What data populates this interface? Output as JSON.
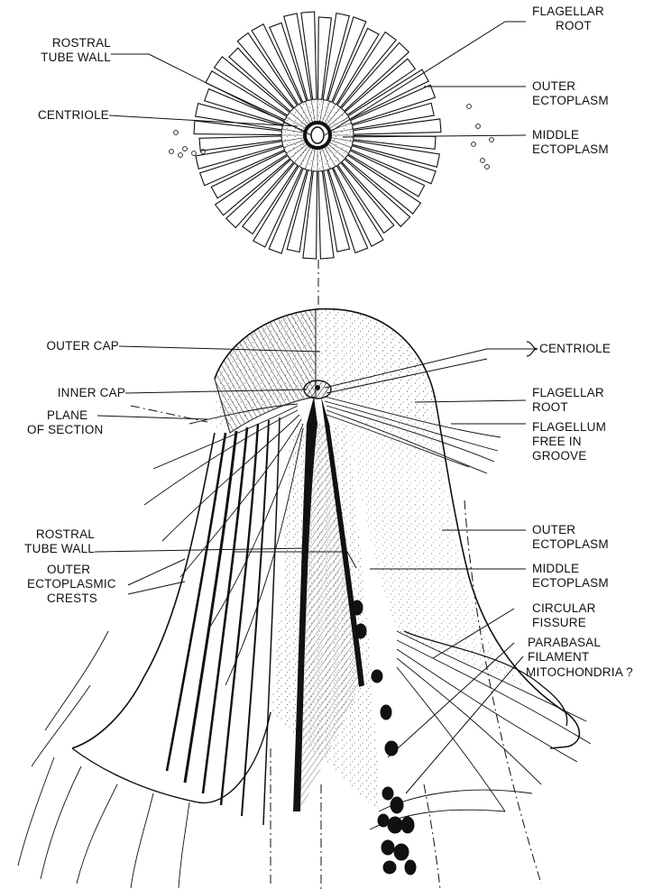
{
  "top_view": {
    "labels": {
      "rostral_tube_wall": [
        "ROSTRAL",
        "TUBE WALL"
      ],
      "centriole": "CENTRIOLE",
      "flagellar_root": [
        "FLAGELLAR",
        "ROOT"
      ],
      "outer_ectoplasm": [
        "OUTER",
        "ECTOPLASM"
      ],
      "middle_ectoplasm": [
        "MIDDLE",
        "ECTOPLASM"
      ]
    }
  },
  "side_view": {
    "labels": {
      "outer_cap": "OUTER CAP",
      "inner_cap": "INNER CAP",
      "plane_of_section": [
        "PLANE",
        "OF SECTION"
      ],
      "rostral_tube_wall": [
        "ROSTRAL",
        "TUBE WALL"
      ],
      "outer_ectoplasmic_crests": [
        "OUTER",
        "ECTOPLASMIC",
        "CRESTS"
      ],
      "centriole": "CENTRIOLE",
      "flagellar_root": [
        "FLAGELLAR",
        "ROOT"
      ],
      "flagellum_free_in_groove": [
        "FLAGELLUM",
        "FREE IN",
        "GROOVE"
      ],
      "outer_ectoplasm": [
        "OUTER",
        "ECTOPLASM"
      ],
      "middle_ectoplasm": [
        "MIDDLE",
        "ECTOPLASM"
      ],
      "circular_fissure": [
        "CIRCULAR",
        "FISSURE"
      ],
      "parabasal_filament": [
        "PARABASAL",
        "FILAMENT"
      ],
      "mitochondria": "MITOCHONDRIA ?"
    }
  }
}
